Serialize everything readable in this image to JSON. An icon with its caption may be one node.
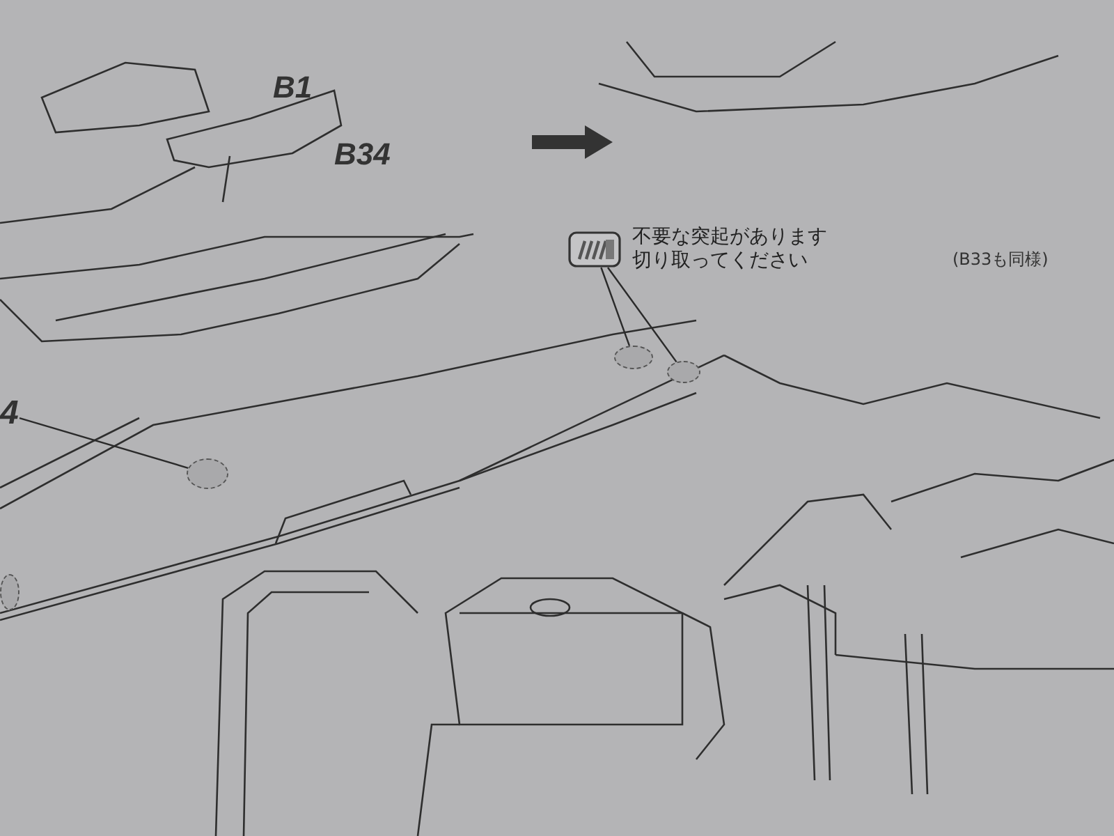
{
  "diagram": {
    "nodes": [
      {
        "text": [],
        "shape": "box",
        "beside": [
          "不要な突起があります切り取ってください"
        ]
      },
      {
        "text": [],
        "shape": "circle"
      },
      {
        "text": [],
        "shape": "circle"
      },
      {
        "text": [
          "4"
        ]
      },
      {
        "text": [],
        "shape": "circle"
      },
      {
        "text": [],
        "shape": "circle"
      }
    ],
    "edges": [
      {
        "from": 0,
        "to": 1,
        "arrow": "none"
      },
      {
        "from": 0,
        "to": 2,
        "arrow": "none"
      },
      {
        "from": 3,
        "to": 4,
        "arrow": "none"
      }
    ],
    "labels": [
      "B1",
      "B34",
      "(B33も同様)"
    ]
  }
}
